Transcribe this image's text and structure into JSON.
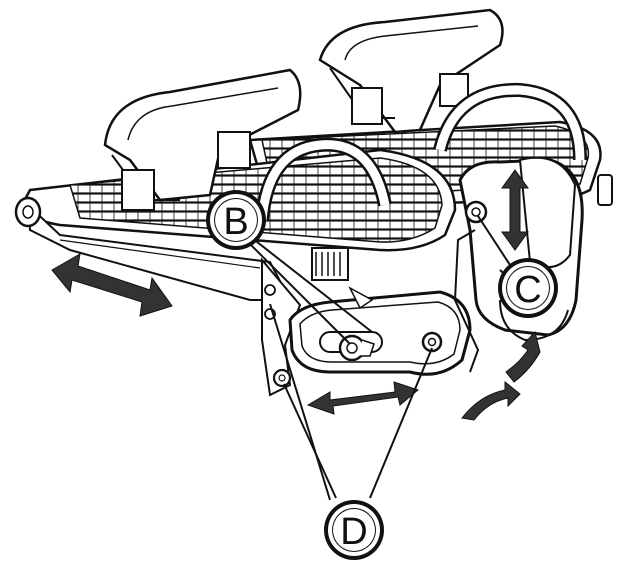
{
  "callouts": {
    "b": {
      "letter": "B"
    },
    "c": {
      "letter": "C"
    },
    "d": {
      "letter": "D"
    }
  },
  "colors": {
    "ink": "#111111",
    "paper": "#ffffff",
    "arrow": "#333333",
    "detail": "#888888"
  },
  "icons": [
    "bidirectional-arrow-icon",
    "curved-arrow-icon",
    "bolt-icon",
    "strap-icon",
    "tread-grid-icon"
  ]
}
